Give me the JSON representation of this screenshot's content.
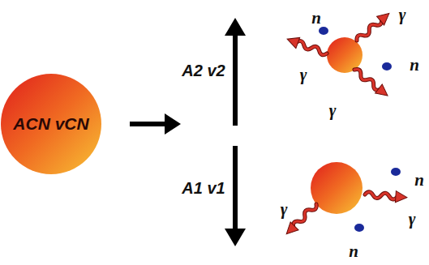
{
  "diagram": {
    "nodes": [
      {
        "text": [
          "ACN vCN"
        ]
      }
    ],
    "labels": [
      "A2 v2",
      "A1 v1",
      "n",
      "n",
      "γ",
      "γ",
      "γ",
      "n",
      "n",
      "γ",
      "γ"
    ]
  }
}
